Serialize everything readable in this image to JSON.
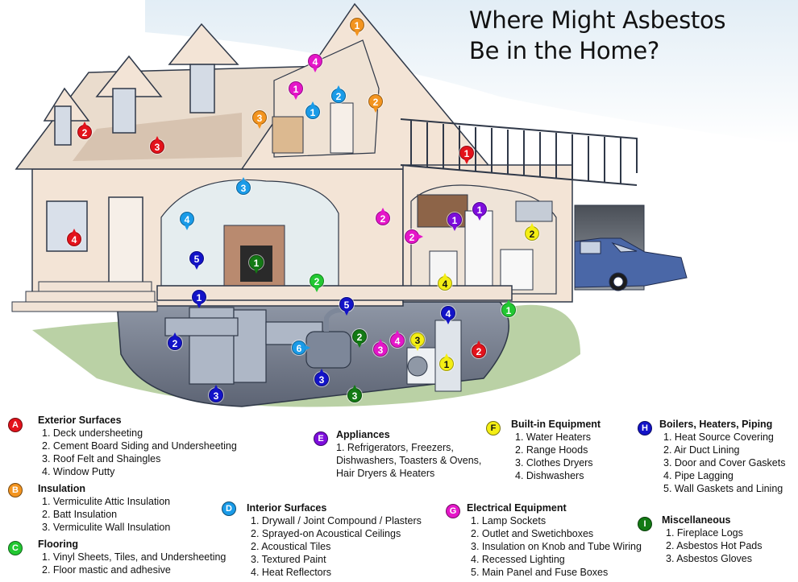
{
  "title": {
    "line1": "Where Might Asbestos",
    "line2": "Be in the Home?"
  },
  "colors": {
    "A": "#e3121b",
    "B": "#f3941f",
    "C": "#22c832",
    "D": "#1a9be8",
    "E": "#7d0ddc",
    "F": "#f4ee14",
    "G": "#e516c9",
    "H": "#1313c8",
    "I": "#137a14"
  },
  "legend": [
    {
      "letter": "A",
      "heading": "Exterior Surfaces",
      "items": [
        "1. Deck undersheeting",
        "2. Cement Board Siding and Undersheeting",
        "3. Roof Felt and Shaingles",
        "4. Window Putty"
      ]
    },
    {
      "letter": "B",
      "heading": "Insulation",
      "items": [
        "1. Vermiculite Attic Insulation",
        "2. Batt Insulation",
        "3. Vermiculite Wall Insulation"
      ]
    },
    {
      "letter": "C",
      "heading": "Flooring",
      "items": [
        "1. Vinyl Sheets, Tiles, and Undersheeting",
        "2. Floor mastic and adhesive"
      ]
    },
    {
      "letter": "D",
      "heading": "Interior Surfaces",
      "items": [
        "1. Drywall / Joint Compound / Plasters",
        "2. Sprayed-on Acoustical Ceilings",
        "2. Acoustical Tiles",
        "3. Textured Paint",
        "4. Heat Reflectors"
      ]
    },
    {
      "letter": "E",
      "heading": "Appliances",
      "items": [
        " 1. Refrigerators, Freezers,",
        "Dishwashers, Toasters & Ovens,",
        "Hair Dryers & Heaters"
      ]
    },
    {
      "letter": "F",
      "heading": "Built-in Equipment",
      "items": [
        "1. Water Heaters",
        "2. Range Hoods",
        "3. Clothes Dryers",
        "4. Dishwashers"
      ]
    },
    {
      "letter": "G",
      "heading": "Electrical Equipment",
      "items": [
        "1. Lamp Sockets",
        "2. Outlet and Swetichboxes",
        "3. Insulation on Knob and Tube Wiring",
        "4. Recessed Lighting",
        "5. Main Panel and Fuse Boxes"
      ]
    },
    {
      "letter": "H",
      "heading": "Boilers, Heaters, Piping",
      "items": [
        "1. Heat Source Covering",
        "2. Air Duct Lining",
        "3. Door and Cover Gaskets",
        "4. Pipe Lagging",
        "5. Wall Gaskets and Lining"
      ]
    },
    {
      "letter": "I",
      "heading": "Miscellaneous",
      "items": [
        "1. Fireplace Logs",
        "2. Asbestos Hot Pads",
        "3. Asbestos Gloves"
      ]
    }
  ],
  "markers": [
    {
      "category": "B",
      "number": "1",
      "location": "attic"
    },
    {
      "category": "G",
      "number": "4",
      "location": "bedroom ceiling light"
    },
    {
      "category": "G",
      "number": "1",
      "location": "bedroom lamp"
    },
    {
      "category": "D",
      "number": "2",
      "location": "bedroom ceiling"
    },
    {
      "category": "D",
      "number": "1",
      "location": "bedroom wall"
    },
    {
      "category": "B",
      "number": "2",
      "location": "bedroom wall cavity"
    },
    {
      "category": "B",
      "number": "3",
      "location": "bedroom side wall"
    },
    {
      "category": "A",
      "number": "2",
      "location": "dormer siding"
    },
    {
      "category": "A",
      "number": "3",
      "location": "roof shingles"
    },
    {
      "category": "A",
      "number": "1",
      "location": "deck"
    },
    {
      "category": "D",
      "number": "3",
      "location": "living room ceiling"
    },
    {
      "category": "D",
      "number": "4",
      "location": "living room wall"
    },
    {
      "category": "A",
      "number": "4",
      "location": "window"
    },
    {
      "category": "H",
      "number": "5",
      "location": "wall heater"
    },
    {
      "category": "I",
      "number": "1",
      "location": "fireplace"
    },
    {
      "category": "G",
      "number": "2",
      "location": "outdoor lamp"
    },
    {
      "category": "E",
      "number": "1",
      "location": "toaster"
    },
    {
      "category": "E",
      "number": "1",
      "location": "refrigerator"
    },
    {
      "category": "G",
      "number": "2",
      "location": "kitchen outlet"
    },
    {
      "category": "F",
      "number": "2",
      "location": "range hood"
    },
    {
      "category": "F",
      "number": "4",
      "location": "dishwasher"
    },
    {
      "category": "C",
      "number": "2",
      "location": "living room floor"
    },
    {
      "category": "C",
      "number": "1",
      "location": "kitchen floor"
    },
    {
      "category": "H",
      "number": "1",
      "location": "air duct"
    },
    {
      "category": "H",
      "number": "2",
      "location": "duct lining"
    },
    {
      "category": "H",
      "number": "3",
      "location": "furnace door"
    },
    {
      "category": "H",
      "number": "5",
      "location": "boiler pipe"
    },
    {
      "category": "D",
      "number": "6",
      "location": "boiler side"
    },
    {
      "category": "I",
      "number": "2",
      "location": "boiler top"
    },
    {
      "category": "H",
      "number": "3",
      "location": "boiler door"
    },
    {
      "category": "I",
      "number": "3",
      "location": "gloves"
    },
    {
      "category": "G",
      "number": "3",
      "location": "basement wiring"
    },
    {
      "category": "G",
      "number": "4",
      "location": "basement light"
    },
    {
      "category": "F",
      "number": "3",
      "location": "clothes dryer"
    },
    {
      "category": "H",
      "number": "4",
      "location": "pipe lagging"
    },
    {
      "category": "F",
      "number": "1",
      "location": "water heater"
    },
    {
      "category": "A",
      "number": "2",
      "location": "foundation siding"
    }
  ]
}
